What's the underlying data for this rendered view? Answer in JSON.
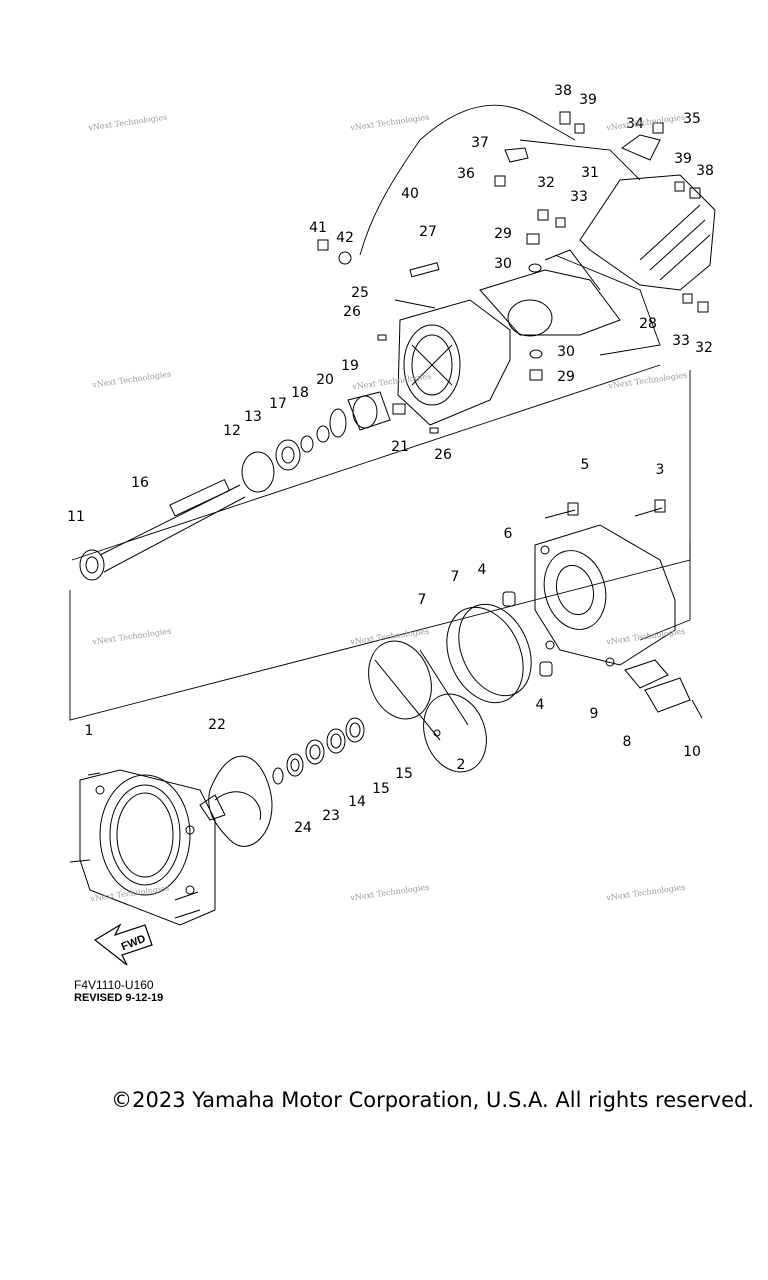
{
  "diagram": {
    "callouts": [
      "1",
      "2",
      "3",
      "4",
      "4",
      "5",
      "6",
      "7",
      "7",
      "8",
      "9",
      "10",
      "11",
      "12",
      "13",
      "14",
      "15",
      "15",
      "16",
      "17",
      "18",
      "19",
      "20",
      "21",
      "22",
      "23",
      "24",
      "25",
      "26",
      "26",
      "27",
      "28",
      "29",
      "29",
      "30",
      "30",
      "31",
      "32",
      "32",
      "33",
      "33",
      "34",
      "35",
      "36",
      "37",
      "38",
      "38",
      "39",
      "39",
      "40",
      "41",
      "42"
    ],
    "watermark_text": "vNext Technologies",
    "fwd_label": "FWD",
    "figure_code": "F4V1110-U160",
    "revised": "REVISED 9-12-19"
  },
  "footer": {
    "copyright": "©2023 Yamaha Motor Corporation, U.S.A. All rights reserved."
  }
}
